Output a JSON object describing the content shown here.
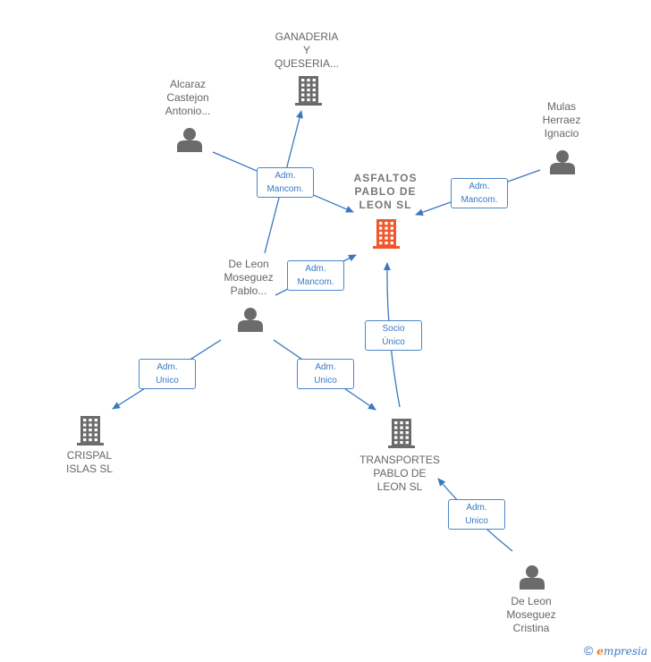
{
  "nodes": [
    {
      "id": "asfaltos",
      "label": "ASFALTOS\nPABLO DE\nLEON  SL",
      "type": "company",
      "main": true,
      "color": "#f0562a"
    },
    {
      "id": "ganaderia",
      "label": "GANADERIA\nY\nQUESERIA...",
      "type": "company",
      "color": "#6b6b6b"
    },
    {
      "id": "alcaraz",
      "label": "Alcaraz\nCastejon\nAntonio...",
      "type": "person",
      "color": "#6b6b6b"
    },
    {
      "id": "mulas",
      "label": "Mulas\nHerraez\nIgnacio",
      "type": "person",
      "color": "#6b6b6b"
    },
    {
      "id": "deleon_pablo",
      "label": "De Leon\nMoseguez\nPablo...",
      "type": "person",
      "color": "#6b6b6b"
    },
    {
      "id": "crispal",
      "label": "CRISPAL\nISLAS SL",
      "type": "company",
      "color": "#6b6b6b"
    },
    {
      "id": "transportes",
      "label": "TRANSPORTES\nPABLO DE\nLEON SL",
      "type": "company",
      "color": "#6b6b6b"
    },
    {
      "id": "deleon_cristina",
      "label": "De Leon\nMoseguez\nCristina",
      "type": "person",
      "color": "#6b6b6b"
    }
  ],
  "edges": [
    {
      "id": "e1",
      "from": "alcaraz",
      "to": "asfaltos",
      "label": "Adm.\nMancom."
    },
    {
      "id": "e2",
      "from": "deleon_pablo",
      "to": "ganaderia",
      "label": ""
    },
    {
      "id": "e3",
      "from": "mulas",
      "to": "asfaltos",
      "label": "Adm.\nMancom."
    },
    {
      "id": "e4",
      "from": "deleon_pablo",
      "to": "asfaltos",
      "label": "Adm.\nMancom."
    },
    {
      "id": "e5",
      "from": "deleon_pablo",
      "to": "crispal",
      "label": "Adm.\nUnico"
    },
    {
      "id": "e6",
      "from": "deleon_pablo",
      "to": "transportes",
      "label": "Adm.\nUnico"
    },
    {
      "id": "e7",
      "from": "transportes",
      "to": "asfaltos",
      "label": "Socio\nÚnico"
    },
    {
      "id": "e8",
      "from": "deleon_cristina",
      "to": "transportes",
      "label": "Adm.\nUnico"
    }
  ],
  "colors": {
    "edge": "#3a78c2",
    "main_node": "#f0562a",
    "node": "#6b6b6b"
  },
  "footer": {
    "copyright_symbol": "©",
    "brand_first": "e",
    "brand_rest": "mpresia"
  }
}
